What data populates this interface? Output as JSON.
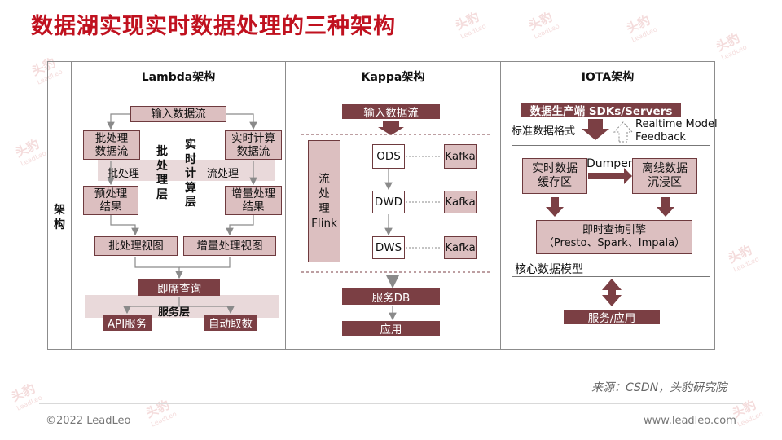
{
  "title": "数据湖实现实时数据处理的三种架构",
  "watermark": {
    "text": "头豹",
    "sub": "LeadLeo"
  },
  "table": {
    "row_label": "架构",
    "columns": [
      "Lambda架构",
      "Kappa架构",
      "IOTA架构"
    ]
  },
  "lambda": {
    "input": "输入数据流",
    "batch_process": "批处理\n数据流",
    "realtime_calc": "实时计算\n数据流",
    "batch_layer": "批处理层",
    "realtime_layer": "实时计算层",
    "batch_label": "批处理",
    "stream_label": "流处理",
    "pre_result": "预处理\n结果",
    "incr_result": "增量处理\n结果",
    "batch_view": "批处理视图",
    "incr_view": "增量处理视图",
    "query": "即席查询",
    "service_layer": "服务层",
    "api": "API服务",
    "auto_fetch": "自动取数"
  },
  "kappa": {
    "input": "输入数据流",
    "stream": "流\n处\n理\nFlink",
    "ods": "ODS",
    "dwd": "DWD",
    "dws": "DWS",
    "kafka": "Kafka",
    "service_db": "服务DB",
    "app": "应用"
  },
  "iota": {
    "producer": "数据生产端 SDKs/Servers",
    "std_format": "标准数据格式",
    "feedback": "Realtime Model\nFeedback",
    "realtime_cache": "实时数据\n缓存区",
    "dumper": "Dumper",
    "offline": "离线数据\n沉浸区",
    "query_engine": "即时查询引擎\n（Presto、Spark、Impala）",
    "core_model": "核心数据模型",
    "service_app": "服务/应用"
  },
  "source": "来源：CSDN，头豹研究院",
  "footer": {
    "copyright": "©2022 LeadLeo",
    "url": "www.leadleo.com"
  },
  "colors": {
    "accent": "#c0111f",
    "box_fill": "#dcbfc0",
    "box_dark": "#7b3f44",
    "band": "#e9d9da"
  }
}
